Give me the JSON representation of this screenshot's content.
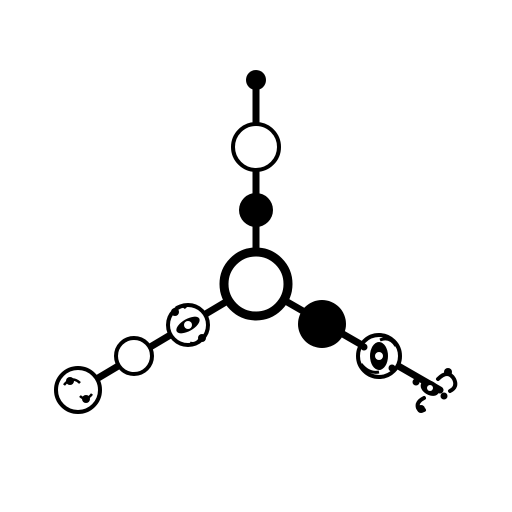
{
  "colors": {
    "background": "#ffffff",
    "ink": "#000000"
  },
  "figure": {
    "description_icon": "three-armed-node-diagram-icon",
    "arms": [
      {
        "name": "arm-up",
        "nodes": [
          "small-filled-dot",
          "open-circle",
          "filled-circle"
        ]
      },
      {
        "name": "arm-lower-left",
        "nodes": [
          "ornate-circle",
          "open-circle",
          "ornate-circle"
        ]
      },
      {
        "name": "arm-lower-right",
        "nodes": [
          "large-filled-circle",
          "ornate-circle",
          "ornate-squiggle-terminal"
        ]
      }
    ]
  }
}
